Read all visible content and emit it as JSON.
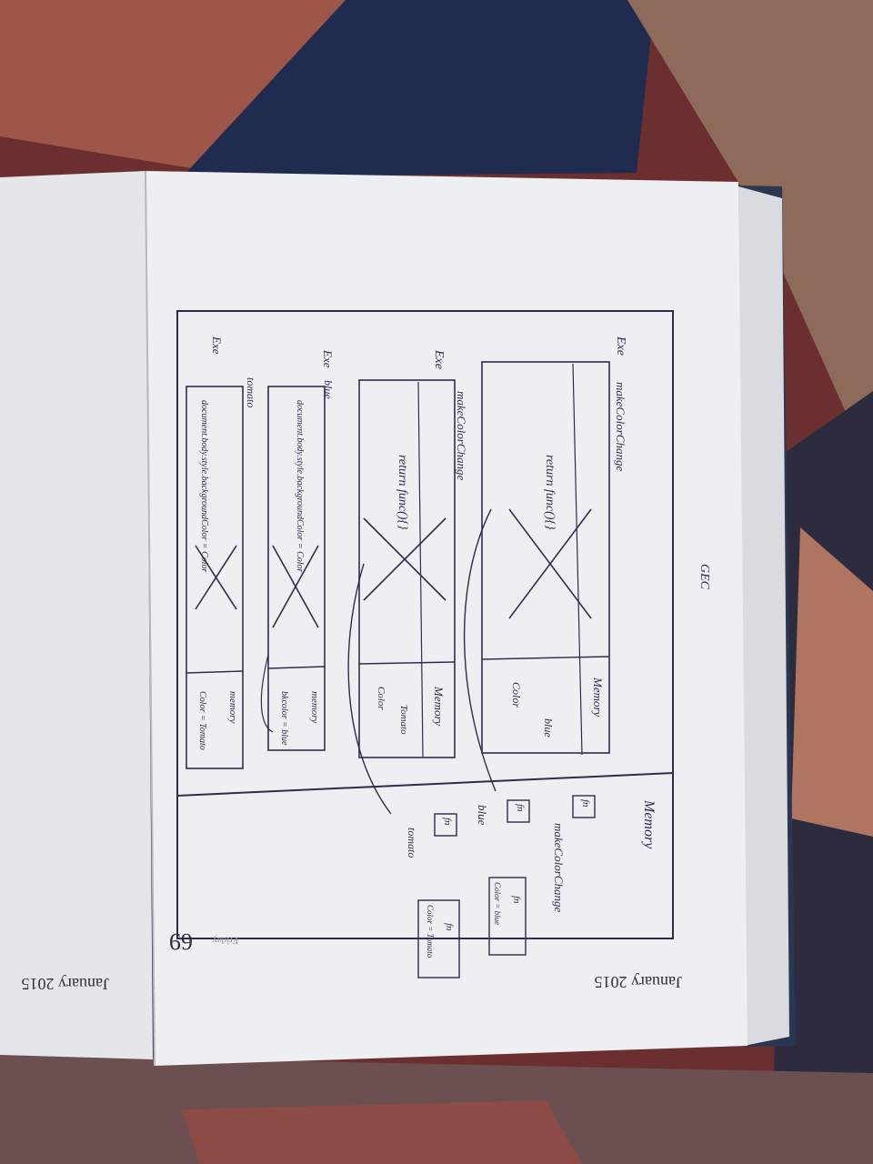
{
  "notebook": {
    "month_caption_left_page": "January 2015",
    "month_caption_right_page": "January 2015",
    "page_number": "69",
    "weekday_label": "Friday"
  },
  "sketch": {
    "outer_frame_label": "GEC",
    "memory_column_label": "Memory",
    "execution_contexts": [
      {
        "label": "Exe",
        "function_name": "makeColorChange",
        "code_line": "return func(){}",
        "memory_label": "Memory",
        "memory_entries": [
          "Color",
          "blue"
        ]
      },
      {
        "label": "Exe",
        "function_name": "makeColorChange",
        "code_line": "return func(){}",
        "memory_label": "Memory",
        "memory_entries": [
          "Color",
          "Tomato"
        ]
      },
      {
        "label": "Exe",
        "function_name": "blue",
        "code_line": "document.body.style.backgroundColor = Color",
        "memory_label": "memory",
        "memory_entries": [
          "bkcolor = blue"
        ]
      },
      {
        "label": "Exe",
        "function_name": "tomato",
        "code_line": "document.body.style.backgroundColor = Color",
        "memory_label": "memory",
        "memory_entries": [
          "Color = Tomato"
        ]
      }
    ],
    "global_memory": [
      {
        "kind": "fn",
        "name": "makeColorChange"
      },
      {
        "kind": "fn",
        "name": "blue"
      },
      {
        "kind": "fn",
        "name": "Color = blue"
      },
      {
        "kind": "fn",
        "name": "tomato"
      },
      {
        "kind": "fn",
        "name": "Color = Tomato"
      }
    ]
  },
  "colors": {
    "paper": "#ecedf0",
    "ink": "#2a2f4a",
    "page_lines": "#c9ccd6",
    "cover": "#2b3650",
    "blanket_red": "#8f3a3a",
    "blanket_blue": "#2a3b63"
  }
}
